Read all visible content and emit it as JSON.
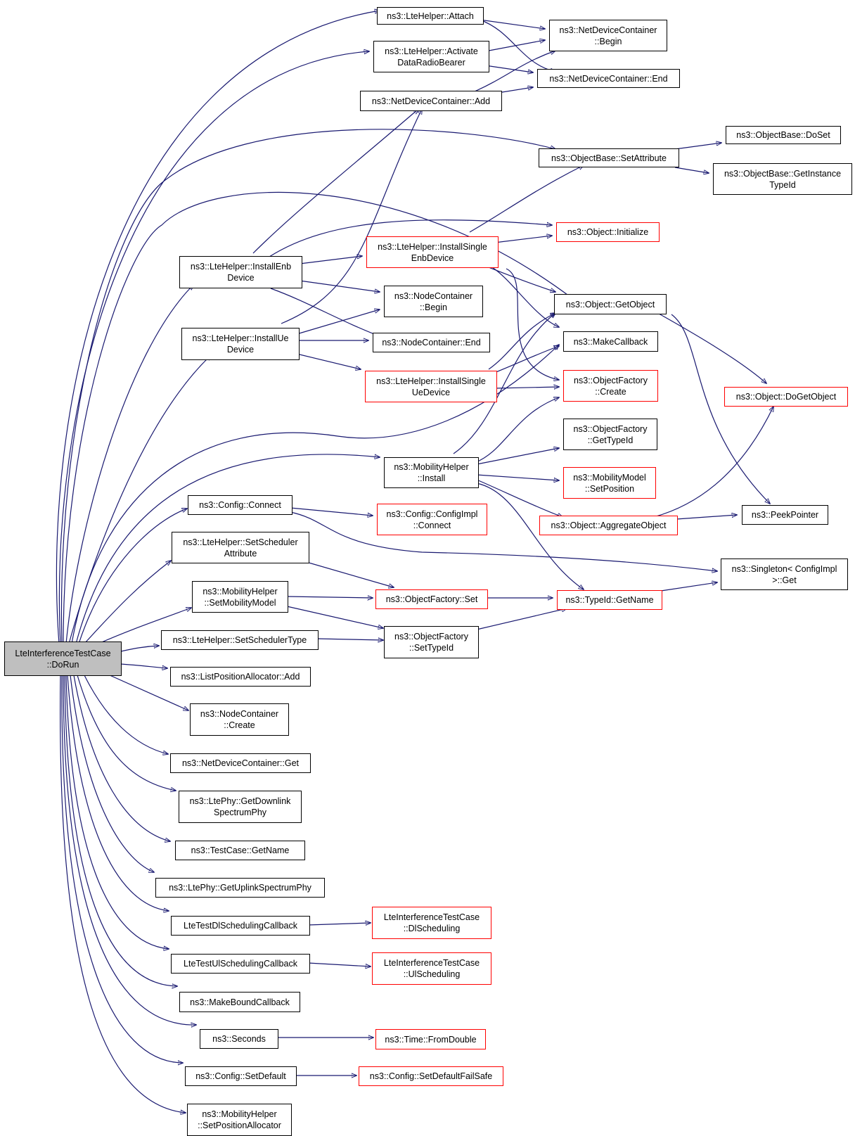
{
  "colors": {
    "edge": "#191970",
    "node_border": "#000000",
    "external_border": "#ff0000",
    "root_fill": "#bfbfbf"
  },
  "nodes": {
    "root": [
      "LteInterferenceTestCase",
      "::DoRun"
    ],
    "ltehelper_attach": [
      "ns3::LteHelper::Attach"
    ],
    "ltehelper_activate": [
      "ns3::LteHelper::Activate",
      "DataRadioBearer"
    ],
    "ndc_begin": [
      "ns3::NetDeviceContainer",
      "::Begin"
    ],
    "ndc_end": [
      "ns3::NetDeviceContainer::End"
    ],
    "ndc_add": [
      "ns3::NetDeviceContainer::Add"
    ],
    "objbase_setattr": [
      "ns3::ObjectBase::SetAttribute"
    ],
    "objbase_doset": [
      "ns3::ObjectBase::DoSet"
    ],
    "objbase_getinst": [
      "ns3::ObjectBase::GetInstance",
      "TypeId"
    ],
    "object_initialize": [
      "ns3::Object::Initialize"
    ],
    "install_single_enb": [
      "ns3::LteHelper::InstallSingle",
      "EnbDevice"
    ],
    "install_enb": [
      "ns3::LteHelper::InstallEnb",
      "Device"
    ],
    "nc_begin": [
      "ns3::NodeContainer",
      "::Begin"
    ],
    "nc_end": [
      "ns3::NodeContainer::End"
    ],
    "object_getobject": [
      "ns3::Object::GetObject"
    ],
    "install_ue": [
      "ns3::LteHelper::InstallUe",
      "Device"
    ],
    "make_callback": [
      "ns3::MakeCallback"
    ],
    "install_single_ue": [
      "ns3::LteHelper::InstallSingle",
      "UeDevice"
    ],
    "objfactory_create": [
      "ns3::ObjectFactory",
      "::Create"
    ],
    "object_dogetobject": [
      "ns3::Object::DoGetObject"
    ],
    "objfactory_gettypeid": [
      "ns3::ObjectFactory",
      "::GetTypeId"
    ],
    "mobility_install": [
      "ns3::MobilityHelper",
      "::Install"
    ],
    "mobmodel_setpos": [
      "ns3::MobilityModel",
      "::SetPosition"
    ],
    "config_connect": [
      "ns3::Config::Connect"
    ],
    "configimpl_connect": [
      "ns3::Config::ConfigImpl",
      "::Connect"
    ],
    "aggregate_object": [
      "ns3::Object::AggregateObject"
    ],
    "peek_pointer": [
      "ns3::PeekPointer"
    ],
    "set_sched_attr": [
      "ns3::LteHelper::SetScheduler",
      "Attribute"
    ],
    "singleton_get": [
      "ns3::Singleton< ConfigImpl",
      " >::Get"
    ],
    "set_mob_model": [
      "ns3::MobilityHelper",
      "::SetMobilityModel"
    ],
    "objfactory_set": [
      "ns3::ObjectFactory::Set"
    ],
    "typeid_getname": [
      "ns3::TypeId::GetName"
    ],
    "set_sched_type": [
      "ns3::LteHelper::SetSchedulerType"
    ],
    "objfactory_settypeid": [
      "ns3::ObjectFactory",
      "::SetTypeId"
    ],
    "listpos_add": [
      "ns3::ListPositionAllocator::Add"
    ],
    "nc_create": [
      "ns3::NodeContainer",
      "::Create"
    ],
    "ndc_get": [
      "ns3::NetDeviceContainer::Get"
    ],
    "get_dl_phy": [
      "ns3::LtePhy::GetDownlink",
      "SpectrumPhy"
    ],
    "testcase_getname": [
      "ns3::TestCase::GetName"
    ],
    "get_ul_phy": [
      "ns3::LtePhy::GetUplinkSpectrumPhy"
    ],
    "dl_sched_cb": [
      "LteTestDlSchedulingCallback"
    ],
    "dl_sched": [
      "LteInterferenceTestCase",
      "::DlScheduling"
    ],
    "ul_sched_cb": [
      "LteTestUlSchedulingCallback"
    ],
    "ul_sched": [
      "LteInterferenceTestCase",
      "::UlScheduling"
    ],
    "make_bound_cb": [
      "ns3::MakeBoundCallback"
    ],
    "seconds": [
      "ns3::Seconds"
    ],
    "time_fromdouble": [
      "ns3::Time::FromDouble"
    ],
    "config_setdefault": [
      "ns3::Config::SetDefault"
    ],
    "config_setdefault_fs": [
      "ns3::Config::SetDefaultFailSafe"
    ],
    "set_pos_alloc": [
      "ns3::MobilityHelper",
      "::SetPositionAllocator"
    ]
  }
}
